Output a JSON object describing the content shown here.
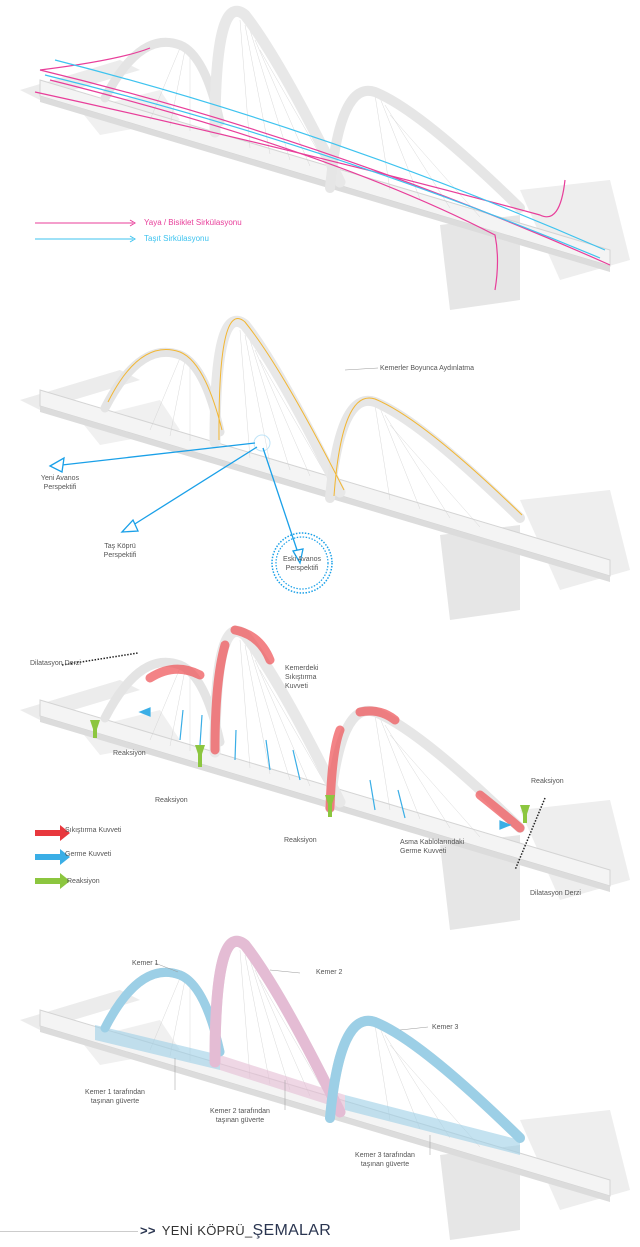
{
  "panel1": {
    "legend": [
      {
        "label": "Yaya / Bisiklet Sirkülasyonu",
        "color": "#e83e9a"
      },
      {
        "label": "Taşıt Sirkülasyonu",
        "color": "#3ec3ef"
      }
    ]
  },
  "panel2": {
    "lighting_label": "Kemerler Boyunca Aydınlatma",
    "views": [
      {
        "line1": "Yeni Avanos",
        "line2": "Perspektifi"
      },
      {
        "line1": "Taş Köprü",
        "line2": "Perspektifi"
      },
      {
        "line1": "Eski Avanos",
        "line2": "Perspektifi"
      }
    ],
    "lighting_color": "#f2b632",
    "view_color": "#1aa0e8"
  },
  "panel3": {
    "labels": {
      "joint_left": "Dilatasyon Derzi",
      "arch_compression_1": "Kemerdeki",
      "arch_compression_2": "Sıkıştırma",
      "arch_compression_3": "Kuvveti",
      "reaction_1": "Reaksiyon",
      "reaction_2": "Reaksiyon",
      "reaction_3": "Reaksiyon",
      "reaction_4": "Reaksiyon",
      "cable_tension_1": "Asma Kablolarındaki",
      "cable_tension_2": "Germe Kuvveti",
      "joint_right": "Dilatasyon Derzi"
    },
    "legend": [
      {
        "label": "Sıkıştırma Kuvveti",
        "color": "#e8383d"
      },
      {
        "label": "Germe Kuvveti",
        "color": "#3aaee6"
      },
      {
        "label": "Reaksiyon",
        "color": "#8cc63f"
      }
    ]
  },
  "panel4": {
    "arches": [
      "Kemer 1",
      "Kemer 2",
      "Kemer 3"
    ],
    "decks": [
      {
        "line1": "Kemer 1 tarafından",
        "line2": "taşınan güverte"
      },
      {
        "line1": "Kemer 2 tarafından",
        "line2": "taşınan güverte"
      },
      {
        "line1": "Kemer 3 tarafından",
        "line2": "taşınan güverte"
      }
    ],
    "colors": {
      "arch1": "#9ccfe6",
      "arch2": "#e4bcd4",
      "arch3": "#9ccfe6"
    }
  },
  "footer": {
    "arrows": ">>",
    "prefix": "YENİ KÖPRÜ_",
    "title": "ŞEMALAR"
  }
}
